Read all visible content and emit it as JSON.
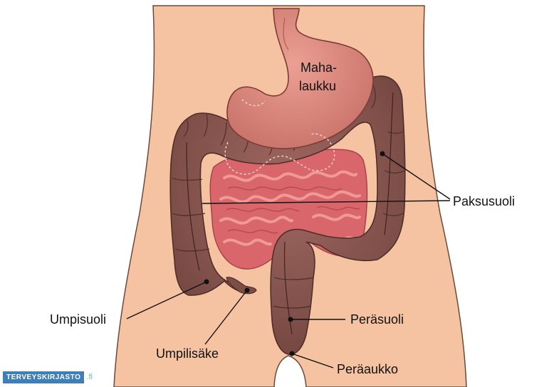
{
  "labels": {
    "stomach_line1": "Maha-",
    "stomach_line2": "laukku",
    "colon": "Paksusuoli",
    "cecum": "Umpisuoli",
    "rectum": "Peräsuoli",
    "appendix": "Umpilisäke",
    "anus": "Peräaukko"
  },
  "logo": {
    "brand": "Terveyskirjasto",
    "domain": ".fi"
  },
  "colors": {
    "skin": "#f6c3a2",
    "skin_outline": "#6b4a3a",
    "colon": "#8f5a52",
    "colon_dark": "#6e403b",
    "stomach": "#d9837a",
    "intestine": "#d9666a",
    "logo_blue": "#3f7fb8"
  }
}
